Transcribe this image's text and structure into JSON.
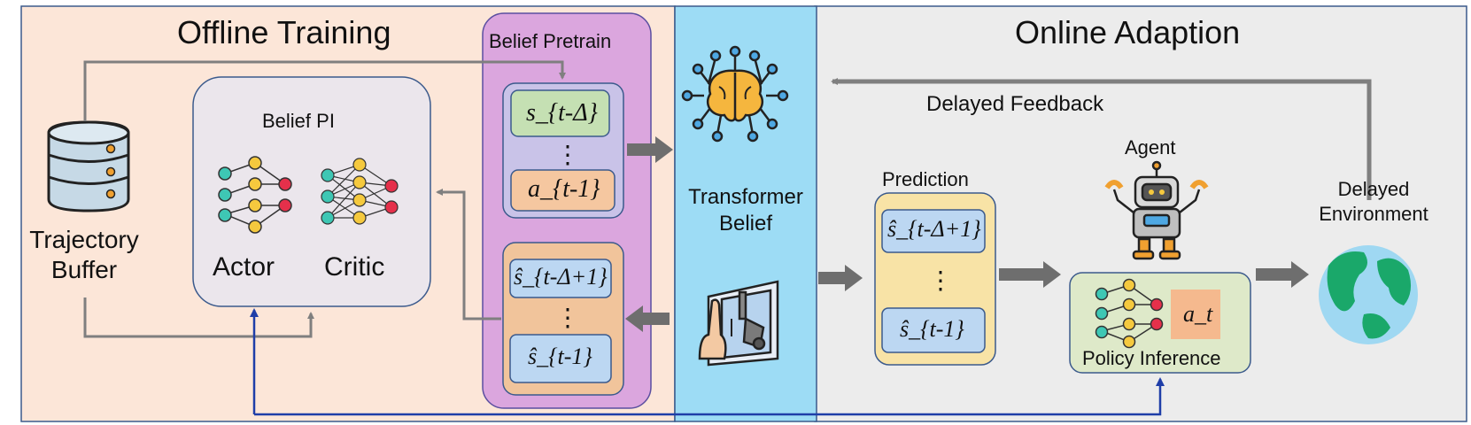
{
  "sections": {
    "offline_title": "Offline Training",
    "online_title": "Online Adaption"
  },
  "belief_pretrain": {
    "title": "Belief Pretrain",
    "input_top": "s_{t-Δ}",
    "input_bottom": "a_{t-1}",
    "output_top": "ŝ_{t-Δ+1}",
    "output_bottom": "ŝ_{t-1}",
    "ellipsis": "⋮"
  },
  "belief_pi": {
    "title": "Belief PI",
    "actor_label": "Actor",
    "critic_label": "Critic"
  },
  "trajectory_buffer": {
    "label_line1": "Trajectory",
    "label_line2": "Buffer"
  },
  "transformer": {
    "label_line1": "Transformer",
    "label_line2": "Belief"
  },
  "feedback": {
    "label": "Delayed Feedback"
  },
  "prediction": {
    "title": "Prediction",
    "top": "ŝ_{t-Δ+1}",
    "bottom": "ŝ_{t-1}",
    "ellipsis": "⋮"
  },
  "agent": {
    "label": "Agent"
  },
  "policy": {
    "label": "Policy Inference",
    "action": "a_t"
  },
  "environment": {
    "label_line1": "Delayed",
    "label_line2": "Environment"
  },
  "colors": {
    "offline_bg": "#fce6d8",
    "online_bg": "#ececec",
    "transformer_bg": "#9ddcf5",
    "pretrain_bg": "#dba6de",
    "arrow_gray": "#7f7f7f",
    "arrow_blue": "#1f3ea8"
  }
}
